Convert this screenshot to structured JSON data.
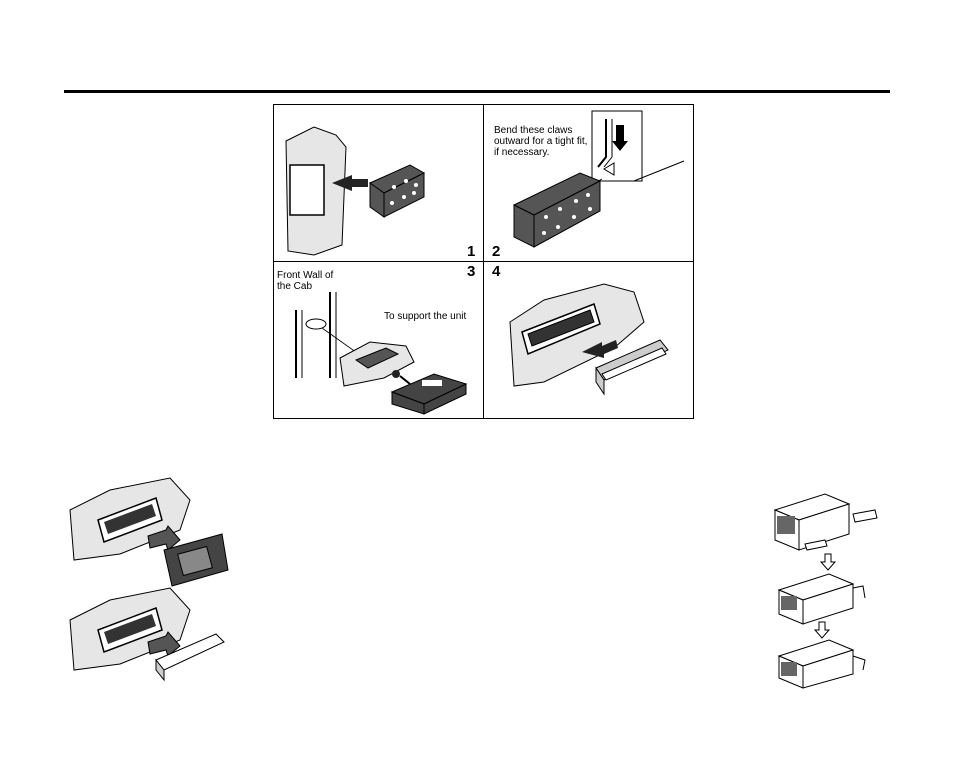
{
  "steps": {
    "step1": {
      "number": "1"
    },
    "step2": {
      "number": "2",
      "caption_lines": [
        "Bend these claws",
        "outward for a tight fit,",
        "if necessary."
      ]
    },
    "step3": {
      "number": "3",
      "caption_lines": [
        "Front Wall of",
        "the Cab"
      ],
      "support_caption": "To support the unit"
    },
    "step4": {
      "number": "4"
    }
  }
}
